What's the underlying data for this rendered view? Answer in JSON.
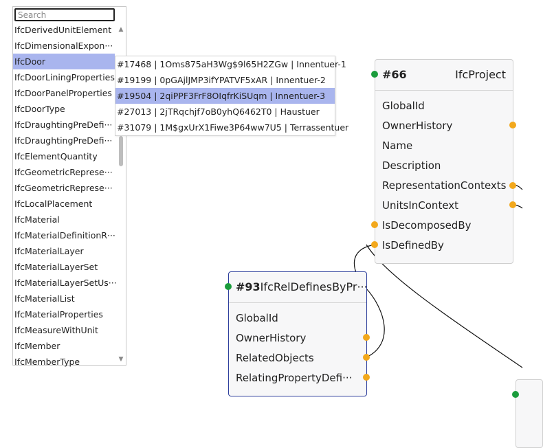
{
  "search": {
    "placeholder": "Search"
  },
  "class_list": {
    "selected": "IfcDoor",
    "items": [
      "IfcDerivedUnitElement",
      "IfcDimensionalExpon···",
      "IfcDoor",
      "IfcDoorLiningProperties",
      "IfcDoorPanelProperties",
      "IfcDoorType",
      "IfcDraughtingPreDefi···",
      "IfcDraughtingPreDefi···",
      "IfcElementQuantity",
      "IfcGeometricRepresе···",
      "IfcGeometricReprese···",
      "IfcLocalPlacement",
      "IfcMaterial",
      "IfcMaterialDefinitionR···",
      "IfcMaterialLayer",
      "IfcMaterialLayerSet",
      "IfcMaterialLayerSetUs···",
      "IfcMaterialList",
      "IfcMaterialProperties",
      "IfcMeasureWithUnit",
      "IfcMember",
      "IfcMemberType"
    ]
  },
  "instances": {
    "selected_index": 2,
    "items": [
      "#17468 | 1Oms875aH3Wg$9l65H2ZGw | Innentuer-1",
      "#19199 | 0pGAjlJMP3ifYPATVF5xAR | Innentuer-2",
      "#19504 | 2qiPPF3FrF8OIqfrKiSUqm | Innentuer-3",
      "#27013 | 2jTRqchjf7oB0yhQ6462T0 | Haustuer",
      "#31079 | 1M$gxUrX1Fiwe3P64ww7U5 | Terrassentuer"
    ]
  },
  "nodes": {
    "project": {
      "id": "#66",
      "type": "IfcProject",
      "fields": [
        "GlobalId",
        "OwnerHistory",
        "Name",
        "Description",
        "RepresentationContexts",
        "UnitsInContext",
        "IsDecomposedBy",
        "IsDefinedBy"
      ]
    },
    "rel": {
      "id": "#93",
      "type": "IfcRelDefinesByPr···",
      "fields": [
        "GlobalId",
        "OwnerHistory",
        "RelatedObjects",
        "RelatingPropertyDefi···"
      ]
    }
  },
  "colors": {
    "port": "#f2a81c",
    "anchor": "#1a9c3c",
    "selection": "#a9b5ee",
    "node_selected_border": "#2e3f9c"
  }
}
